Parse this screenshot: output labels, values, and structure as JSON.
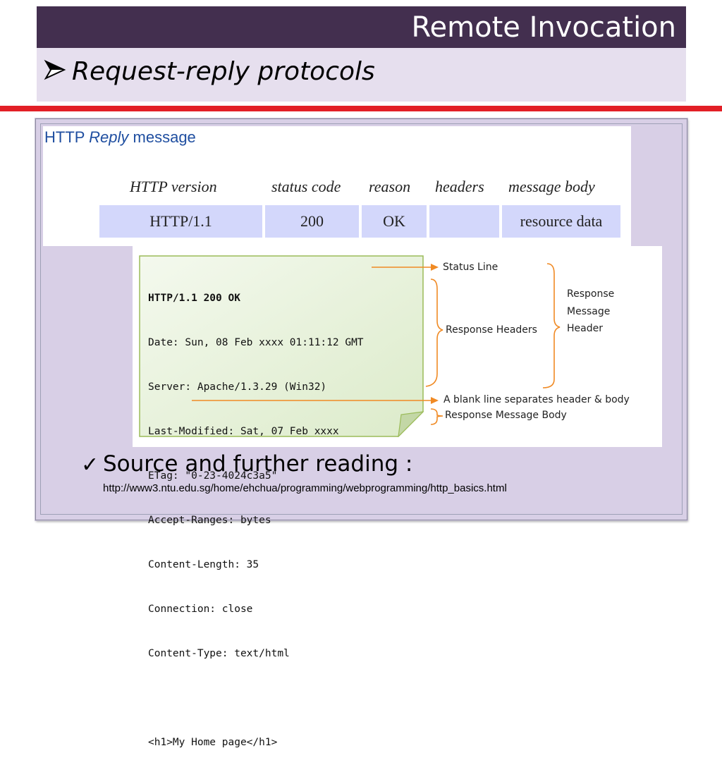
{
  "slide": {
    "title": "Remote Invocation",
    "subtitle": "Request-reply protocols",
    "colors": {
      "title_bar": "#432f4f",
      "subtitle_bar": "#e6dfee",
      "rule": "#e21f26",
      "frame": "#d8cfe6",
      "table_cell": "#d3d7fb",
      "heading_blue": "#1f4ea0",
      "arrow_orange": "#f08a24",
      "note_fill": "#e3f0d6",
      "note_border": "#9bbb59"
    }
  },
  "reply_table": {
    "heading_prefix": "HTTP ",
    "heading_italic": "Reply",
    "heading_suffix": " message",
    "columns": [
      "HTTP version",
      "status code",
      "reason",
      "headers",
      "message body"
    ],
    "values": [
      "HTTP/1.1",
      "200",
      "OK",
      "",
      "resource data"
    ]
  },
  "http_message": {
    "status_line": "HTTP/1.1 200 OK",
    "headers": [
      "Date: Sun, 08 Feb xxxx 01:11:12 GMT",
      "Server: Apache/1.3.29 (Win32)",
      "Last-Modified: Sat, 07 Feb xxxx",
      "ETag: \"0-23-4024c3a5\"",
      "Accept-Ranges: bytes",
      "Content-Length: 35",
      "Connection: close",
      "Content-Type: text/html"
    ],
    "body": "<h1>My Home page</h1>"
  },
  "annotations": {
    "status_line": "Status Line",
    "response_headers": "Response Headers",
    "response_message_header": [
      "Response",
      "Message",
      "Header"
    ],
    "blank_line": "A blank line separates header & body",
    "response_body": "Response Message Body"
  },
  "source": {
    "check_icon": "check-icon",
    "label": "Source and further reading :",
    "url": "http://www3.ntu.edu.sg/home/ehchua/programming/webprogramming/http_basics.html"
  }
}
